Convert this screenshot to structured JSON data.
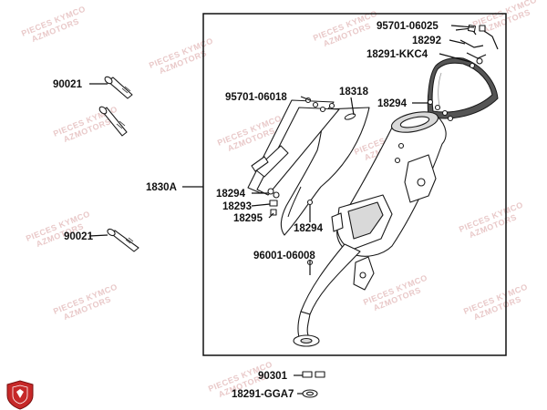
{
  "diagram": {
    "labels": {
      "p95701_06025": "95701-06025",
      "p18292": "18292",
      "p18291_kkc4": "18291-KKC4",
      "p18318": "18318",
      "p95701_06018": "95701-06018",
      "p18294_top": "18294",
      "p90021_top": "90021",
      "p1830a": "1830A",
      "p18294_left": "18294",
      "p18293": "18293",
      "p18295": "18295",
      "p18294_bottom": "18294",
      "p90021_bottom": "90021",
      "p96001_06008": "96001-06008",
      "p90301": "90301",
      "p18291_gga7": "18291-GGA7"
    },
    "watermark": {
      "line1": "PIECES KYMCO",
      "line2": "AZMOTORS"
    },
    "colors": {
      "logo_red": "#c62828",
      "watermark": "#e9c9c9",
      "line": "#111111"
    }
  }
}
